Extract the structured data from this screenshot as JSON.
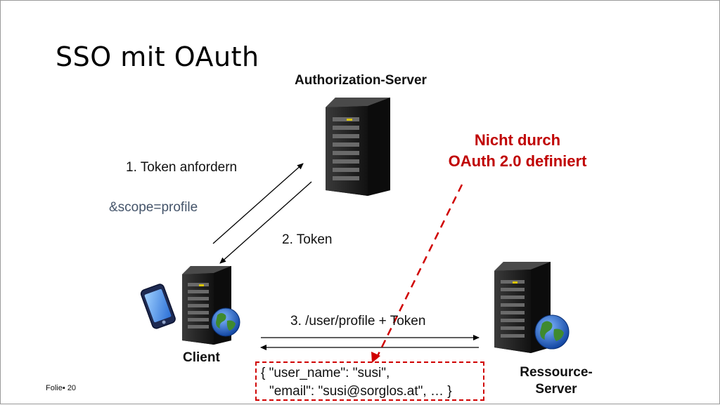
{
  "slide": {
    "title": "SSO mit OAuth",
    "footer_label": "Folie",
    "footer_number": "20"
  },
  "nodes": {
    "authorization_server": "Authorization-Server",
    "client": "Client",
    "resource_server_line1": "Ressource-",
    "resource_server_line2": "Server"
  },
  "arrows": {
    "step1": "1. Token anfordern",
    "scope": "&scope=profile",
    "step2": "2. Token",
    "step3": "3. /user/profile + Token"
  },
  "note": {
    "line1": "Nicht durch",
    "line2": "OAuth 2.0 definiert"
  },
  "response": {
    "line1": "{ \"user_name\": \"susi\",",
    "line2": "\"email\": \"susi@sorglos.at\", … }"
  },
  "colors": {
    "note_red": "#c00000",
    "scope_blue": "#44546a"
  },
  "icons": [
    "server-tower-icon",
    "smartphone-icon",
    "globe-icon"
  ]
}
